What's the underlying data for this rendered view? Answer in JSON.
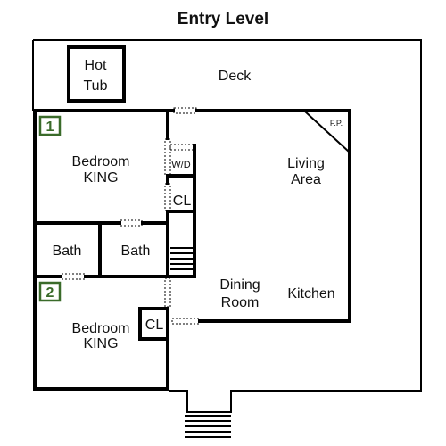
{
  "title": "Entry Level",
  "rooms": {
    "hot_tub": [
      "Hot",
      "Tub"
    ],
    "deck": "Deck",
    "bedroom1": [
      "Bedroom",
      "KING"
    ],
    "bedroom2": [
      "Bedroom",
      "KING"
    ],
    "living": [
      "Living",
      "Area"
    ],
    "fireplace": "F.P.",
    "washer_dryer": "W/D",
    "closet1": "CL",
    "closet2": "CL",
    "bath1": "Bath",
    "bath2": "Bath",
    "dining": [
      "Dining",
      "Room"
    ],
    "kitchen": "Kitchen"
  },
  "badges": {
    "bedroom1": "1",
    "bedroom2": "2"
  },
  "colors": {
    "wall": "#000000",
    "badge": "#3a6b2a",
    "door": "#000000"
  }
}
